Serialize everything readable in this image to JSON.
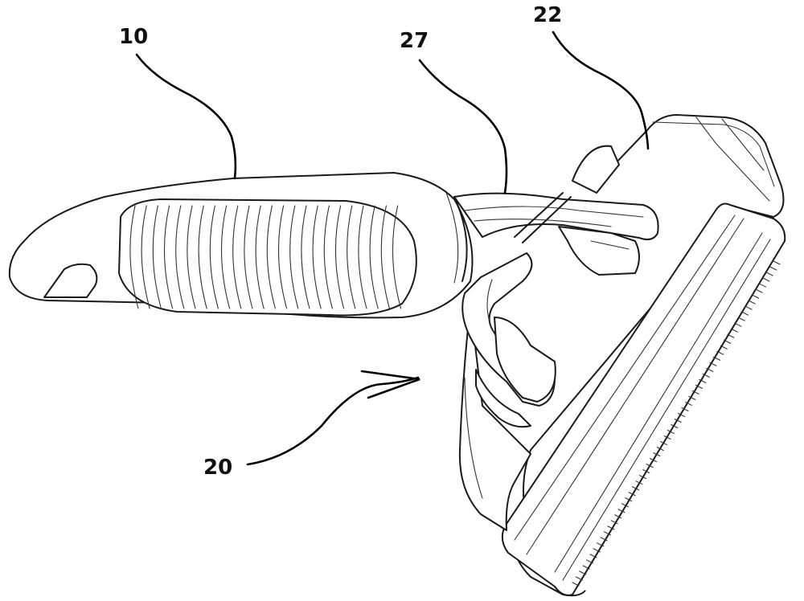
{
  "figure": {
    "labels": {
      "handle": "10",
      "neck": "27",
      "head": "22",
      "assembly": "20"
    }
  }
}
